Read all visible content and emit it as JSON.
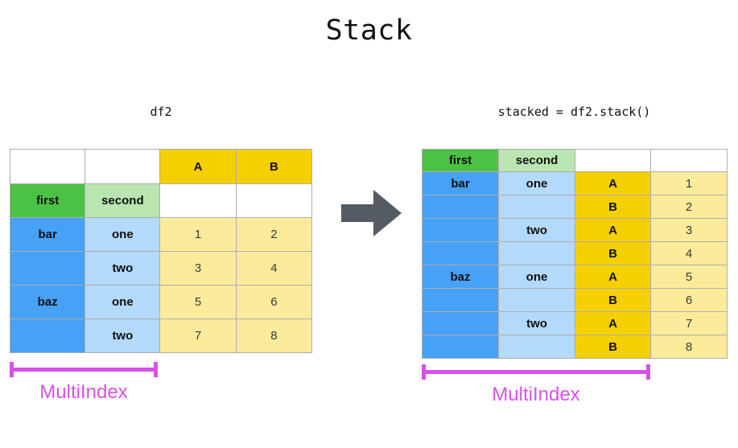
{
  "title": "Stack",
  "captions": {
    "left": "df2",
    "right": "stacked = df2.stack()"
  },
  "colors": {
    "green": "#4cc244",
    "light_green": "#b9e5b0",
    "blue": "#47a1f7",
    "light_blue": "#b3d9fb",
    "gold": "#f5d000",
    "pale_yellow": "#fbeb9b",
    "arrow": "#545b64",
    "multiindex": "#d751e8",
    "border": "#adadad",
    "background": "#ffffff"
  },
  "left_table": {
    "name": "df2",
    "column_header_row": [
      "",
      "",
      "A",
      "B"
    ],
    "index_name_row": [
      "first",
      "second",
      "",
      ""
    ],
    "rows": [
      {
        "first": "bar",
        "second": "one",
        "A": "1",
        "B": "2"
      },
      {
        "first": "",
        "second": "two",
        "A": "3",
        "B": "4"
      },
      {
        "first": "baz",
        "second": "one",
        "A": "5",
        "B": "6"
      },
      {
        "first": "",
        "second": "two",
        "A": "7",
        "B": "8"
      }
    ]
  },
  "right_table": {
    "name": "stacked",
    "header_row": [
      "first",
      "second",
      "",
      ""
    ],
    "rows": [
      {
        "first": "bar",
        "second": "one",
        "ab": "A",
        "value": "1"
      },
      {
        "first": "",
        "second": "",
        "ab": "B",
        "value": "2"
      },
      {
        "first": "",
        "second": "two",
        "ab": "A",
        "value": "3"
      },
      {
        "first": "",
        "second": "",
        "ab": "B",
        "value": "4"
      },
      {
        "first": "baz",
        "second": "one",
        "ab": "A",
        "value": "5"
      },
      {
        "first": "",
        "second": "",
        "ab": "B",
        "value": "6"
      },
      {
        "first": "",
        "second": "two",
        "ab": "A",
        "value": "7"
      },
      {
        "first": "",
        "second": "",
        "ab": "B",
        "value": "8"
      }
    ]
  },
  "annotations": {
    "multiindex_left": "MultiIndex",
    "multiindex_right": "MultiIndex"
  },
  "icons": {
    "arrow": "right-arrow-icon"
  }
}
